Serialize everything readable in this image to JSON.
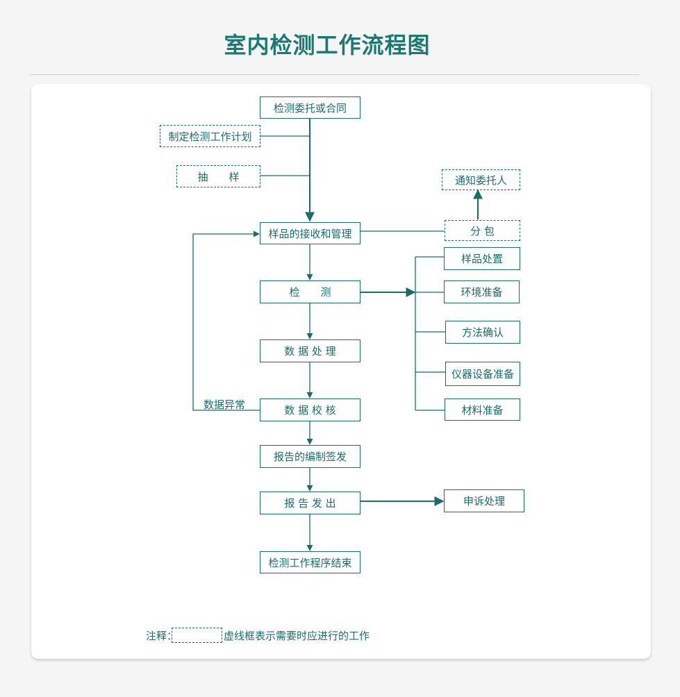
{
  "title": "室内检测工作流程图",
  "nodes": {
    "commission": "检测委托或合同",
    "plan": "制定检测工作计划",
    "sampling": "抽　　样",
    "notify_client": "通知委托人",
    "receive": "样品的接收和管理",
    "subcontract": "分  包",
    "sample_disposal": "样品处置",
    "environment": "环境准备",
    "method": "方法确认",
    "instrument": "仪器设备准备",
    "material": "材料准备",
    "testing": "检　　测",
    "data_processing": "数  据  处  理",
    "data_check": "数  据  校  核",
    "report_compile": "报告的编制签发",
    "report_issue": "报  告  发  出",
    "appeal": "申诉处理",
    "end": "检测工作程序结束"
  },
  "loop_label": "数据异常",
  "note": {
    "prefix": "注释：",
    "text": "虚线框表示需要时应进行的工作"
  },
  "colors": {
    "accent": "#1a7a72",
    "line": "#1a6d66",
    "panel": "#ffffff",
    "background": "#f5f5f5"
  }
}
